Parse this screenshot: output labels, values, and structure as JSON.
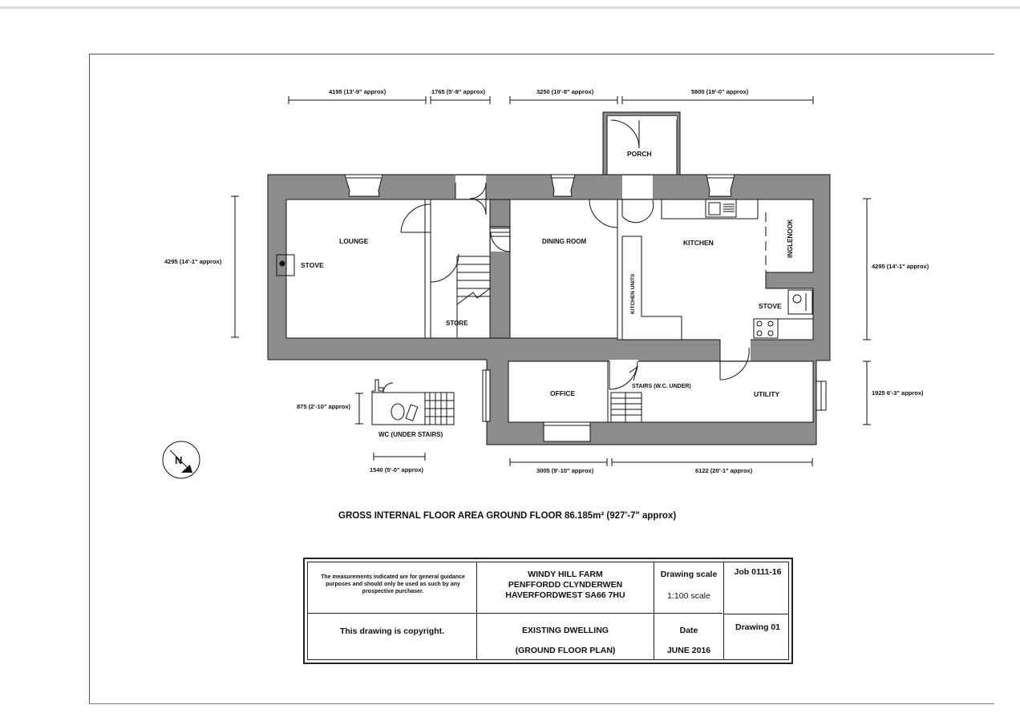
{
  "rooms": {
    "lounge": "LOUNGE",
    "stove_lounge": "STOVE",
    "store": "STORE",
    "dining_room": "DINING ROOM",
    "porch": "PORCH",
    "kitchen": "KITCHEN",
    "inglenook": "INGLENOOK",
    "kitchen_units": "KITCHEN UNITS",
    "stove_kitchen": "STOVE",
    "office": "OFFICE",
    "stairs": "STAIRS (W.C. UNDER)",
    "utility": "UTILITY",
    "wc": "WC (UNDER STAIRS)"
  },
  "dimensions": {
    "top_1": "4195 (13'-9\" approx)",
    "top_2": "1765 (5'-9\" approx)",
    "top_3": "3250 (10'-8\" approx)",
    "top_4": "5800 (19'-0\" approx)",
    "left": "4295 (14'-1\" approx)",
    "right_1": "4295 (14'-1\" approx)",
    "right_2": "1925 6'-3\" approx)",
    "wc_height": "875 (2'-10\" approx)",
    "wc_width": "1540 (5'-0\" approx)",
    "bottom_1": "3005 (9'-10\" approx)",
    "bottom_2": "6122 (20'-1\" approx)"
  },
  "north_label": "N",
  "area": "GROSS INTERNAL FLOOR AREA GROUND FLOOR 86.185m² (927'-7\" approx)",
  "title_block": {
    "disclaimer": "The measurements indicated are for general guidance purposes and should only be used as such by any prospective purchaser.",
    "copyright": "This drawing is copyright.",
    "address_1": "WINDY HILL FARM",
    "address_2": "PENFFORDD CLYNDERWEN",
    "address_3": "HAVERFORDWEST SA66 7HU",
    "drawing_title": "EXISTING DWELLING",
    "drawing_subtitle": "(GROUND FLOOR PLAN)",
    "scale_label": "Drawing scale",
    "scale_value": "1:100 scale",
    "date_label": "Date",
    "date_value": "JUNE 2016",
    "job": "Job 0111-16",
    "drawing_no": "Drawing 01"
  },
  "colors": {
    "wall_fill": "#8c8c8c",
    "line": "#111111"
  }
}
